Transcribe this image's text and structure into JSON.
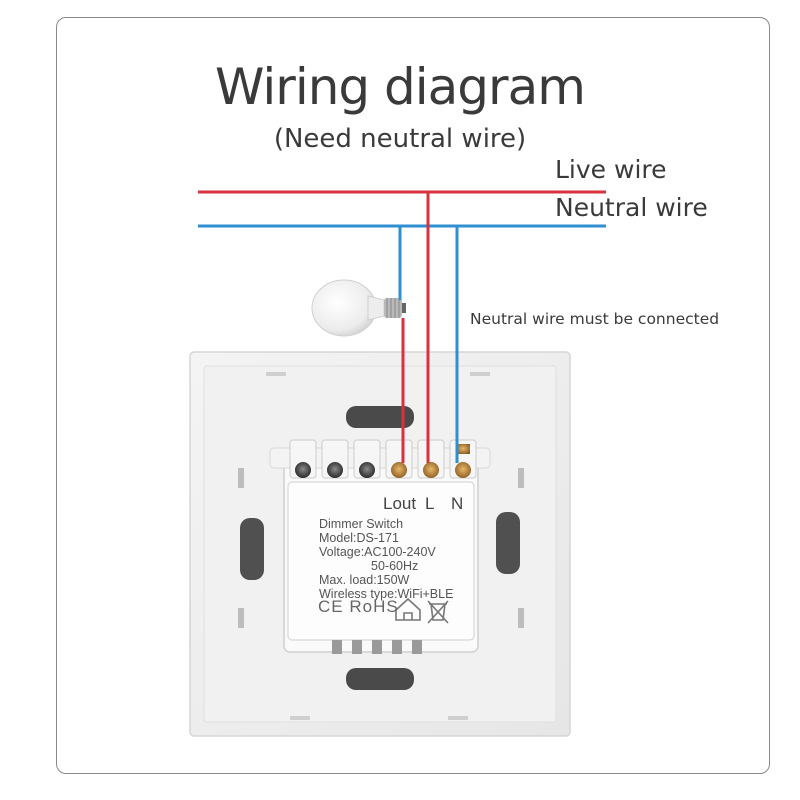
{
  "title": "Wiring diagram",
  "subtitle": "(Need neutral wire)",
  "wires": {
    "live_label": "Live wire",
    "neutral_label": "Neutral wire",
    "live_color": "#d7323e",
    "neutral_color": "#2f8fd0"
  },
  "note": "Neutral wire must be connected",
  "terminals": {
    "lout": "Lout",
    "l": "L",
    "n": "N"
  },
  "device": {
    "name": "Dimmer Switch",
    "model": "Model:DS-171",
    "voltage": "Voltage:AC100-240V",
    "frequency": "50-60Hz",
    "max_load": "Max. load:150W",
    "wireless": "Wireless type:WiFi+BLE",
    "certifications": "CE RoHS"
  },
  "icons": [
    "light-bulb-icon",
    "house-icon",
    "weee-bin-icon"
  ]
}
